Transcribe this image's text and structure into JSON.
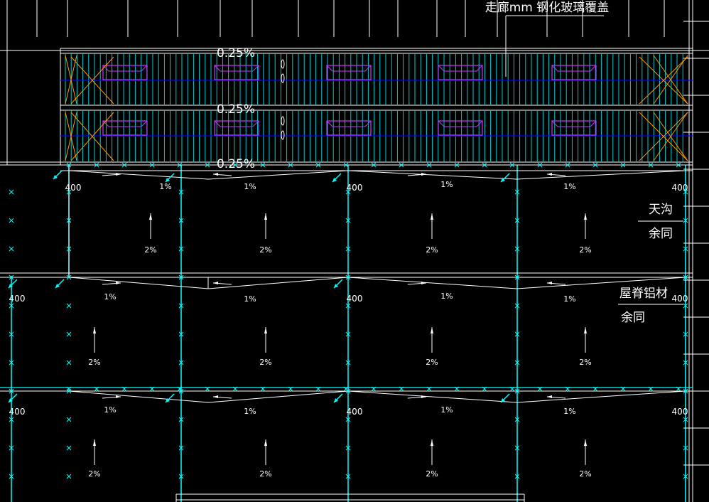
{
  "drawing": {
    "colors": {
      "background": "#000000",
      "white": "#ffffff",
      "cyan": "#00ffff",
      "blue": "#0000ff",
      "magenta": "#cc33ff",
      "orange": "#ff9900",
      "teal": "#00cccc"
    },
    "header_note": "走廊mm   钢化玻璃覆盖",
    "slope_labels": {
      "corridor": "0.25%",
      "gutter": "1%",
      "roof": "2%"
    },
    "dimension_label": "400",
    "callouts": {
      "gutter": "天沟",
      "gutter_rest": "余同",
      "ridge": "屋脊铝材",
      "ridge_rest": "余同"
    }
  }
}
